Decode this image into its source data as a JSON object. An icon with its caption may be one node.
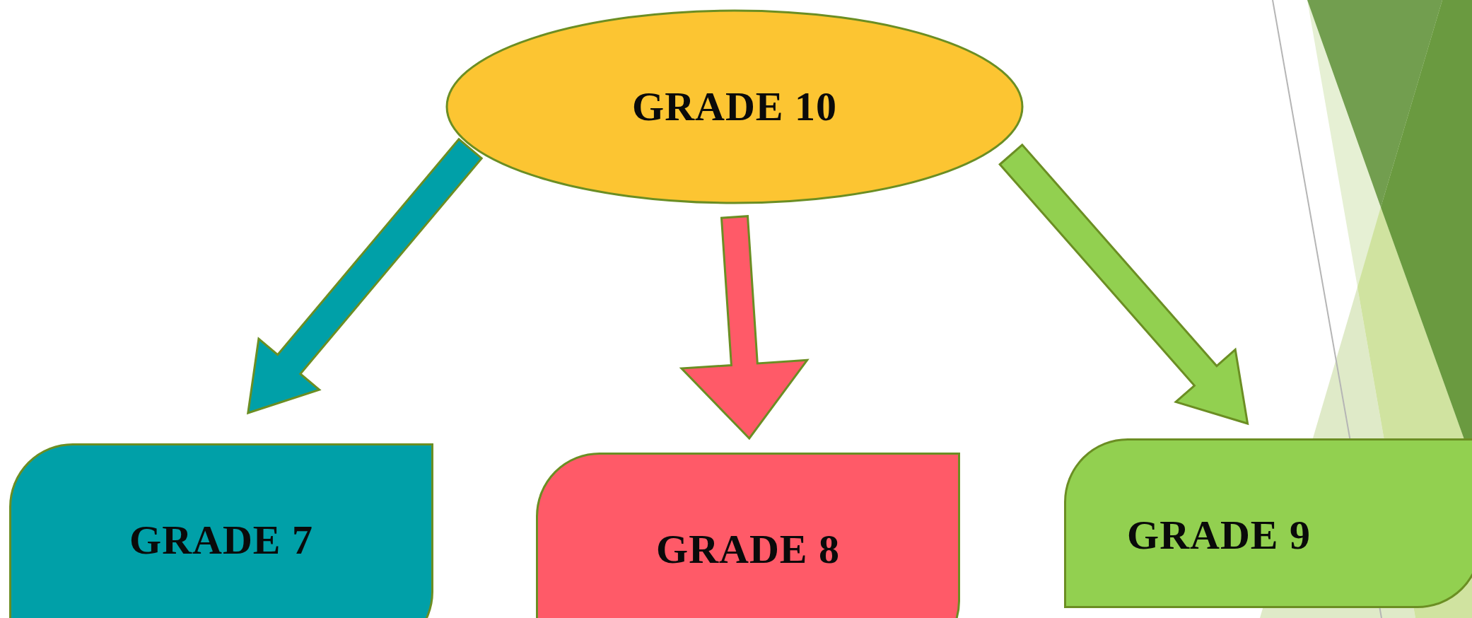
{
  "diagram": {
    "nodes": [
      {
        "text": [
          "GRADE 10"
        ]
      },
      {
        "text": [
          "GRADE 7"
        ]
      },
      {
        "text": [
          "GRADE 8"
        ]
      },
      {
        "text": [
          "GRADE 9"
        ]
      }
    ],
    "edges": [
      {
        "from": 0,
        "to": 1,
        "arrow": "to",
        "color": "#00a0a8"
      },
      {
        "from": 0,
        "to": 2,
        "arrow": "to",
        "color": "#ff5a68"
      },
      {
        "from": 0,
        "to": 3,
        "arrow": "to",
        "color": "#92d050"
      }
    ]
  }
}
